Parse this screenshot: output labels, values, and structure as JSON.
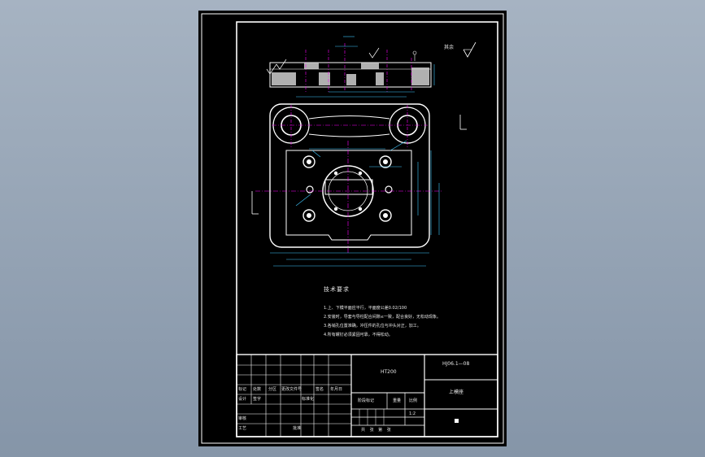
{
  "header": {
    "surface_mark_label": "其余"
  },
  "notes": {
    "title": "技术要求",
    "lines": [
      "1.上、下模平面应平行，平面度公差0.02/100",
      "2.安装时，导套与导柱配合间隙≤一致，配合良好，无松动现象。",
      "3.各销孔位置准确，冲压件的孔位与冲头对正，加工。",
      "4.所有螺钉必须紧固可靠，不得松动。"
    ]
  },
  "title_block": {
    "material": "HT200",
    "drawing_number": "HJ06.1—08",
    "part_name": "上模座",
    "scale": "1:2",
    "sheet_info": "共 张 第 张",
    "rev_labels": [
      "标记",
      "处数",
      "分区",
      "更改文件号",
      "签名",
      "年月日"
    ],
    "design_labels": [
      "设计",
      "签字",
      "标准化"
    ],
    "review_label": "审核",
    "process_label": "工艺",
    "approve_label": "批准",
    "stage_label": "阶段标记",
    "weight_label": "重量",
    "scale_label": "比例"
  },
  "colors": {
    "paper": "#000000",
    "frame": "#ffffff",
    "geometry": "#ffffff",
    "centerline": "#ff00ff",
    "dimension": "#3fc8ff",
    "hatch": "#e6e6e6"
  }
}
